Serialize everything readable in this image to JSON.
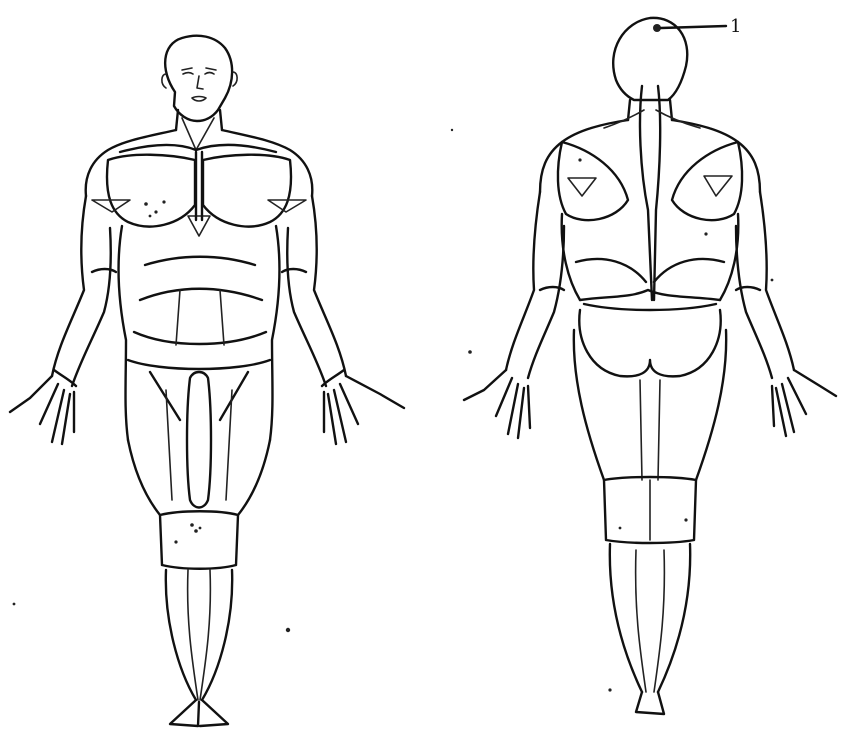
{
  "figure": {
    "views": [
      "front",
      "back"
    ],
    "callouts": [
      {
        "number": "1",
        "target": "back-of-head"
      }
    ]
  }
}
